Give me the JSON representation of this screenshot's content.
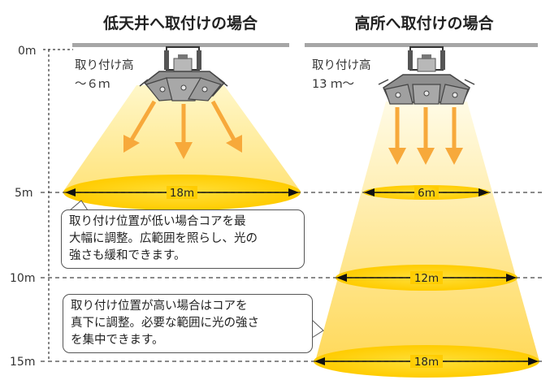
{
  "titles": {
    "left": "低天井へ取付けの場合",
    "right": "高所へ取付けの場合"
  },
  "mounting": {
    "left_label": "取り付け高",
    "left_value": "～６ｍ",
    "right_label": "取り付け高",
    "right_value": "13 ｍ～"
  },
  "scale": {
    "marks": [
      "0m",
      "5m",
      "10m",
      "15m"
    ]
  },
  "spreads": {
    "left_5m": "18m",
    "right_5m": "6m",
    "right_10m": "12m",
    "right_15m": "18m"
  },
  "notes": {
    "low_lines": [
      "取り付け位置が低い場合コアを最",
      "大幅に調整。広範囲を照らし、光の",
      "強さも緩和できます。"
    ],
    "high_lines": [
      "取り付け位置が高い場合はコアを",
      "真下に調整。必要な範囲に光の強さ",
      "を集中できます。"
    ]
  },
  "colors": {
    "beam": "#ffd400",
    "arrow": "#f7a93b",
    "ceiling": "#a6a6a6",
    "fixture": "#8f8f8f",
    "line": "#333333"
  }
}
